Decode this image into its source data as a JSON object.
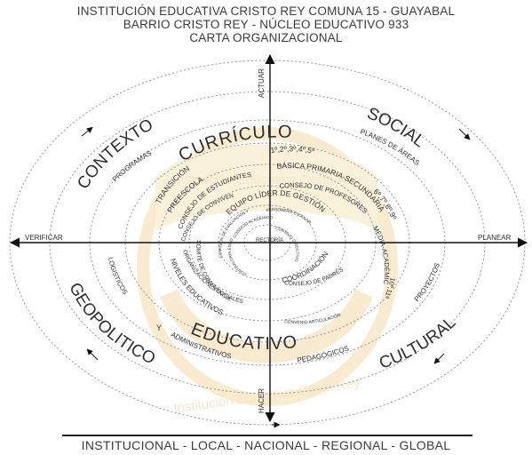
{
  "header": {
    "line1": "INSTITUCIÓN EDUCATIVA CRISTO REY COMUNA 15 - GUAYABAL",
    "line2": "BARRIO CRISTO REY - NÚCLEO EDUCATIVO 933",
    "line3": "CARTA ORGANIZACIONAL"
  },
  "axes": {
    "top": "ACTUAR",
    "bottom": "HACER",
    "left": "VERIFICAR",
    "right": "PLANEAR"
  },
  "outer_ring": {
    "contexto": "CONTEXTO",
    "social": "SOCIAL",
    "geopolitico": "GEOPOLITICO",
    "cultural": "CULTURAL"
  },
  "middle_ring": {
    "curriculo": "CURRÍCULO",
    "educativo": "EDUCATIVO"
  },
  "ring_labels": {
    "programas": "PROGRAMAS",
    "planes_de_areas": "PLANES DE ÁREAS",
    "logisticos": "LOGISTICOS",
    "proyectos": "PROYECTOS",
    "administrativos": "ADMINISTRATIVOS",
    "y": "Y",
    "pedagogicos": "PEDAGÓGICOS"
  },
  "levels": {
    "transicion": "TRANSICIÓN",
    "preescolar": "PREESCOLAR",
    "grades_1_5": "1º,2º,3º,4º,5º",
    "basica_primaria_secundaria": "BÁSICA PRIMARIA-SECUNDARIA",
    "grades_6_9": "6º,7º,8º,9º",
    "media": "MEDIA-ACADÉMICA-TÉCNICA",
    "grades_10_11": "10º,11º",
    "niveles_educativos": "NIVELES EDUCATIVOS"
  },
  "bodies": {
    "consejo_estudiantes": "CONSEJO DE ESTUDIANTES",
    "consejo_profesores": "CONSEJO DE PROFESORES",
    "consejo_convivencia": "CONSEJO DE CONVIVENCIA",
    "consejo_padres": "CONSEJO DE PADRES",
    "comite_convivencia": "COMITÉ DE CONVIVENCIA",
    "organizaciones_sociales": "ORGANIZACIONES SOCIALES",
    "convenio_articulacion": "CONVENIO ARTICULACIÓN",
    "equipo_lider": "EQUIPO LÍDER DE GESTIÓN",
    "coordinacion": "COORDINACIÓN",
    "comision_evaluacion": "COMISIÓN DE EVALUACIÓN Y PROMOCIÓN",
    "personeria": "PERSONERÍA ESCOLAR",
    "consejo_academico": "CONSEJO ACADÉMICO",
    "consejo_directivo": "CONSEJO DIRECTIVO",
    "contraloria": "CONTRALORÍA ESCOLAR",
    "rectoria": "RECTORÍA"
  },
  "watermark": {
    "top": "Institución Educativa Cristo Rey",
    "bottom": "Institución Educativa Cristo Rey"
  },
  "colors": {
    "watermark": "#f3dca8",
    "ink": "#2e2e2e"
  },
  "footer": "INSTITUCIONAL - LOCAL - NACIONAL - REGIONAL - GLOBAL"
}
